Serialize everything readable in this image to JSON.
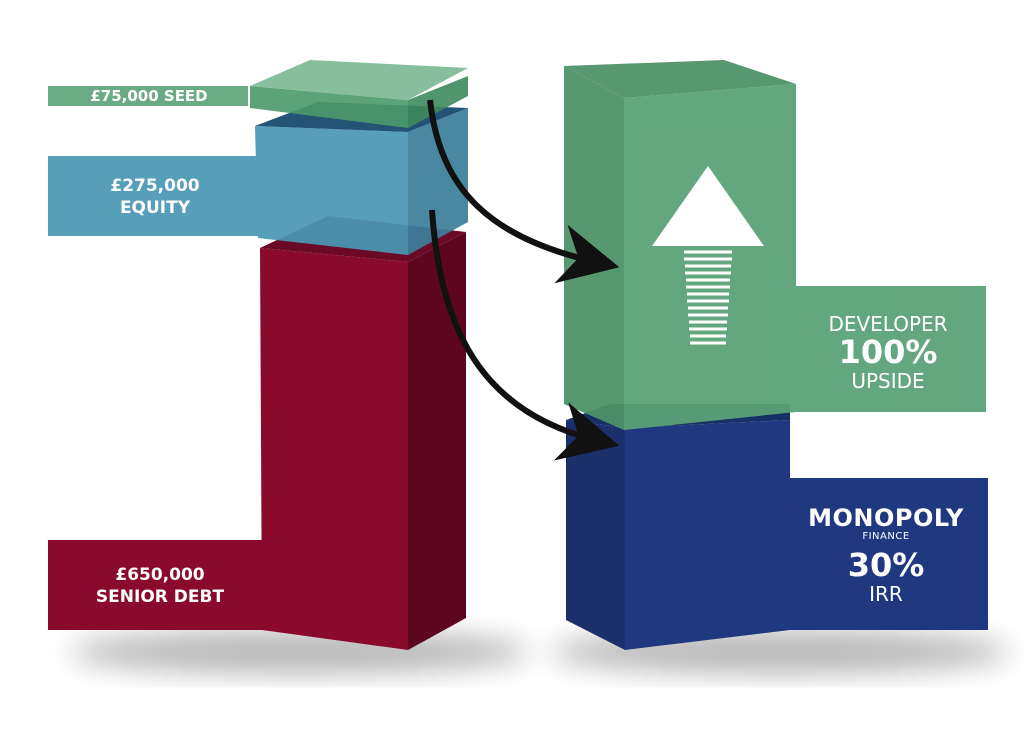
{
  "left": {
    "seed": {
      "text": "£75,000 SEED"
    },
    "equity": {
      "amount": "£275,000",
      "word": "EQUITY"
    },
    "debt": {
      "amount": "£650,000",
      "word": "SENIOR DEBT"
    }
  },
  "right": {
    "developer": {
      "line1": "DEVELOPER",
      "line2": "100%",
      "line3": "UPSIDE"
    },
    "lender": {
      "brand": "MONOPOLY",
      "sub": "FINANCE",
      "pct": "30%",
      "word": "IRR"
    }
  },
  "colors": {
    "seed": "#5aa276",
    "equity": "#4a97b4",
    "debt": "#8a0a2e",
    "developer": "#5aa276",
    "lender": "#1f3880",
    "arrow": "#111111"
  }
}
